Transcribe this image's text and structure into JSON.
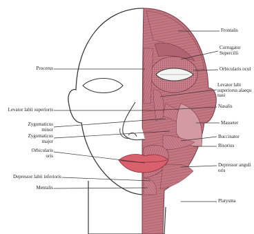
{
  "labels": {
    "frontalis": "Frontalis",
    "corrugator": "Corrugator\nSupercilii",
    "orbicularis_oculi": "Orbicularis ocul",
    "levator_alaeque": "Levator labi\nsuperiorus alaequ\nnasi",
    "nasalis": "Nasalis",
    "masseter": "Masseter",
    "buccinator": "Buccinator",
    "risorius": "Risorius",
    "depressor_anguli": "Depressor anguli\noris",
    "platysma": "Platysma",
    "procerus": "Procerus",
    "levator_superioris": "Levator labii superioris",
    "zyg_minor": "Zygomaticus\nminor",
    "zyg_major": "Zygomaticus\nmajor",
    "orbicularis_oris": "Orbicularis\noris",
    "depressor_inferioris": "Depressor labii inferioris",
    "mentalis": "Mentalis"
  },
  "colors": {
    "skin_outline": "#3a3a3a",
    "muscle": "#c0737e",
    "muscle_dark": "#8f4250",
    "muscle_light": "#dca3ab",
    "lips": "#d9606d",
    "eye_white": "#f4f4f4",
    "leader": "#333333"
  }
}
